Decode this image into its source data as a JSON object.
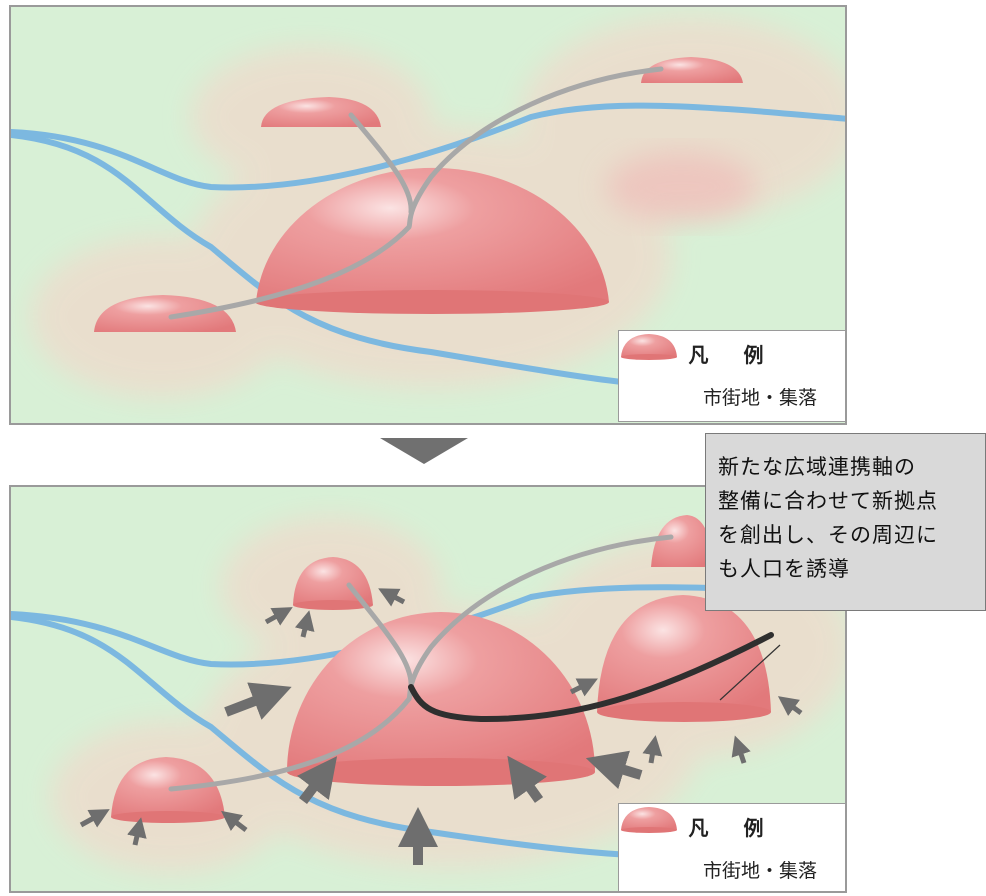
{
  "legend_top": {
    "title": "凡 例",
    "label": "市街地・集落"
  },
  "legend_bottom": {
    "title": "凡 例",
    "label": "市街地・集落"
  },
  "callout": {
    "text": "新たな広域連携軸の\n整備に合わせて新拠点\nを創出し、その周辺に\nも人口を誘導"
  },
  "colors": {
    "background": "#d8f0d6",
    "influence_halo": "#eddccc",
    "settlement": "#e8898a",
    "river": "#7cb8e0",
    "road": "#a8a8a8",
    "new_axis": "#2f2f2f",
    "arrow": "#6e6e6e",
    "callout_bg": "#d9d9d9"
  }
}
